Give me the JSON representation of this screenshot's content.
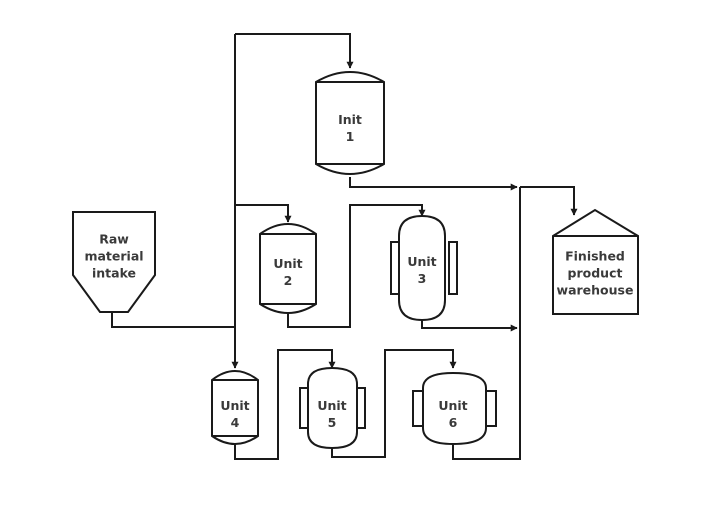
{
  "nodes": {
    "raw_intake": {
      "lines": [
        "Raw",
        "material",
        "intake"
      ]
    },
    "init1": {
      "lines": [
        "Init",
        "1"
      ]
    },
    "unit2": {
      "lines": [
        "Unit",
        "2"
      ]
    },
    "unit3": {
      "lines": [
        "Unit",
        "3"
      ]
    },
    "unit4": {
      "lines": [
        "Unit",
        "4"
      ]
    },
    "unit5": {
      "lines": [
        "Unit",
        "5"
      ]
    },
    "unit6": {
      "lines": [
        "Unit",
        "6"
      ]
    },
    "warehouse": {
      "lines": [
        "Finished",
        "product",
        "warehouse"
      ]
    }
  },
  "colors": {
    "stroke": "#1a1a1a",
    "text": "#3a3a3a",
    "background": "#ffffff"
  }
}
